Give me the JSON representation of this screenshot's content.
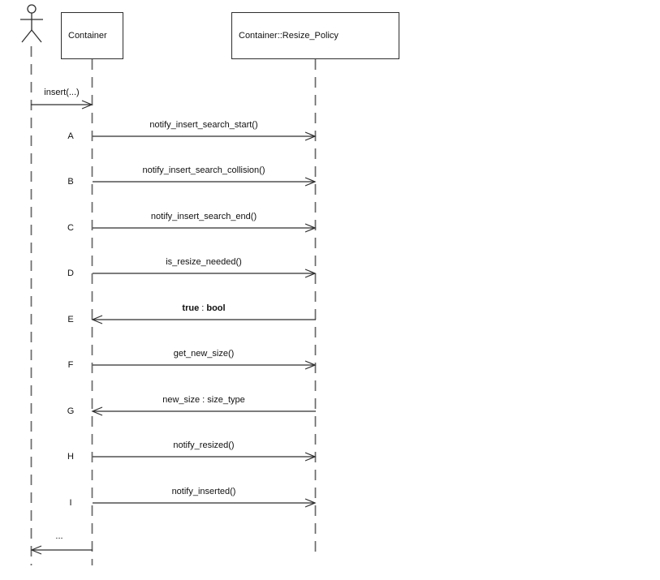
{
  "diagram": {
    "kind": "uml-sequence-diagram",
    "participants": [
      {
        "id": "user",
        "type": "actor",
        "label": ""
      },
      {
        "id": "container",
        "type": "object",
        "label": "Container"
      },
      {
        "id": "resize_policy",
        "type": "object",
        "label": "Container::Resize_Policy"
      }
    ],
    "messages": [
      {
        "letter": "",
        "label": "insert(...)",
        "from": "user",
        "to": "container",
        "direction": "right"
      },
      {
        "letter": "A",
        "label": "notify_insert_search_start()",
        "from": "container",
        "to": "resize_policy",
        "direction": "right"
      },
      {
        "letter": "B",
        "label": "notify_insert_search_collision()",
        "from": "container",
        "to": "resize_policy",
        "direction": "right"
      },
      {
        "letter": "C",
        "label": "notify_insert_search_end()",
        "from": "container",
        "to": "resize_policy",
        "direction": "right"
      },
      {
        "letter": "D",
        "label": "is_resize_needed()",
        "from": "container",
        "to": "resize_policy",
        "direction": "right"
      },
      {
        "letter": "E",
        "label_value": "true",
        "label_sep": " : ",
        "label_type": "bool",
        "from": "resize_policy",
        "to": "container",
        "direction": "left"
      },
      {
        "letter": "F",
        "label": "get_new_size()",
        "from": "container",
        "to": "resize_policy",
        "direction": "right"
      },
      {
        "letter": "G",
        "label": "new_size : size_type",
        "from": "resize_policy",
        "to": "container",
        "direction": "left"
      },
      {
        "letter": "H",
        "label": "notify_resized()",
        "from": "container",
        "to": "resize_policy",
        "direction": "right"
      },
      {
        "letter": "I",
        "label": "notify_inserted()",
        "from": "container",
        "to": "resize_policy",
        "direction": "right"
      },
      {
        "letter": "",
        "label": "...",
        "from": "container",
        "to": "user",
        "direction": "left"
      }
    ],
    "colors": {
      "line": "#2f2f2f",
      "lifeline": "#6b6b6b",
      "text": "#111111",
      "background": "#ffffff"
    }
  }
}
